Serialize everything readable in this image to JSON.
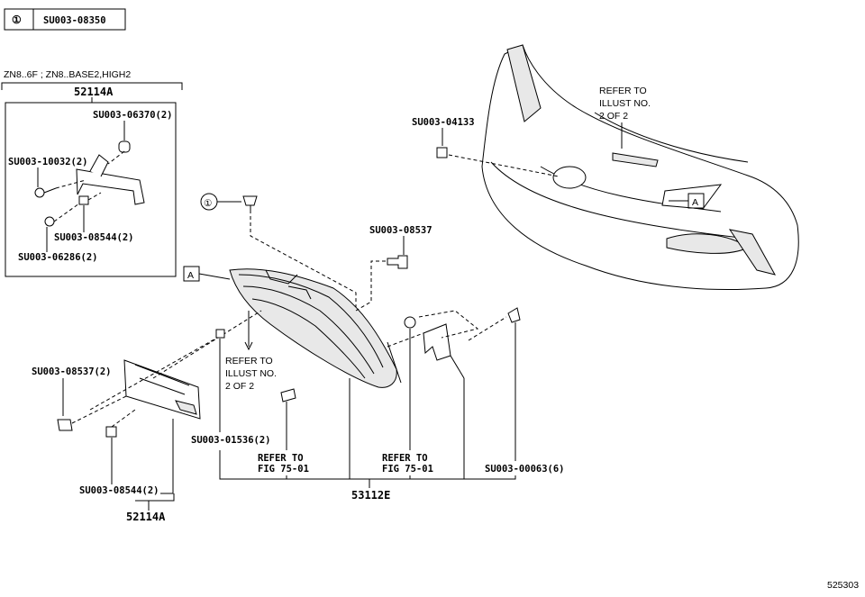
{
  "legend": {
    "symbol": "①",
    "code": "SU003-08350"
  },
  "variant_note": "ZN8..6F ; ZN8..BASE2,HIGH2",
  "labels": {
    "group_top": "52114A",
    "su_06370": "SU003-06370(2)",
    "su_10032": "SU003-10032(2)",
    "su_08544_top": "SU003-08544(2)",
    "su_06286": "SU003-06286(2)",
    "su_04133": "SU003-04133",
    "refer_top_1": "REFER TO",
    "refer_top_2": "ILLUST NO.",
    "refer_top_3": "2 OF 2",
    "box_a_right": "A",
    "box_a_left": "A",
    "circle_one": "①",
    "su_08537": "SU003-08537",
    "refer_mid_1": "REFER TO",
    "refer_mid_2": "ILLUST NO.",
    "refer_mid_3": "2 OF 2",
    "su_08537_2": "SU003-08537(2)",
    "su_01536": "SU003-01536(2)",
    "fig_a_1": "REFER TO",
    "fig_a_2": "FIG 75-01",
    "fig_b_1": "REFER TO",
    "fig_b_2": "FIG 75-01",
    "su_00063": "SU003-00063(6)",
    "su_08544_bottom": "SU003-08544(2)",
    "group_bottom": "52114A",
    "assembly": "53112E",
    "diagram_id": "525303"
  }
}
